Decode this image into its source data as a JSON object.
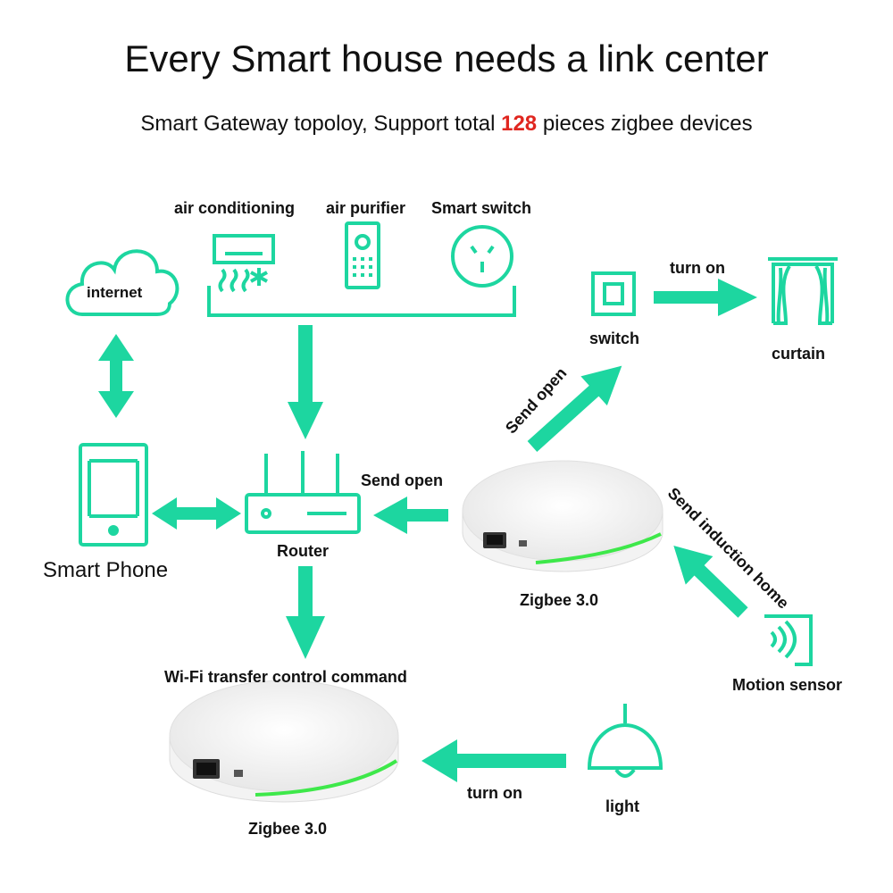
{
  "header": {
    "title": "Every Smart house needs a link center",
    "subtitle_prefix": "Smart Gateway topoloy, Support total ",
    "subtitle_number": "128",
    "subtitle_suffix": " pieces zigbee devices"
  },
  "nodes": {
    "air_conditioning": "air conditioning",
    "air_purifier": "air purifier",
    "smart_switch": "Smart switch",
    "internet": "internet",
    "smart_phone": "Smart Phone",
    "router": "Router",
    "gateway_top": "Zigbee 3.0",
    "gateway_bottom": "Zigbee 3.0",
    "switch": "switch",
    "curtain": "curtain",
    "motion_sensor": "Motion sensor",
    "light": "light"
  },
  "edges": {
    "gateway_to_router": "Send open",
    "gateway_to_switch": "Send open",
    "switch_to_curtain": "turn on",
    "sensor_to_gateway": "Send induction home",
    "router_to_gateway": "Wi-Fi transfer control command",
    "light_to_gateway": "turn on"
  },
  "colors": {
    "accent": "#1dd6a0",
    "highlight_number": "#e0261f",
    "led_ring": "#3ee84a"
  }
}
